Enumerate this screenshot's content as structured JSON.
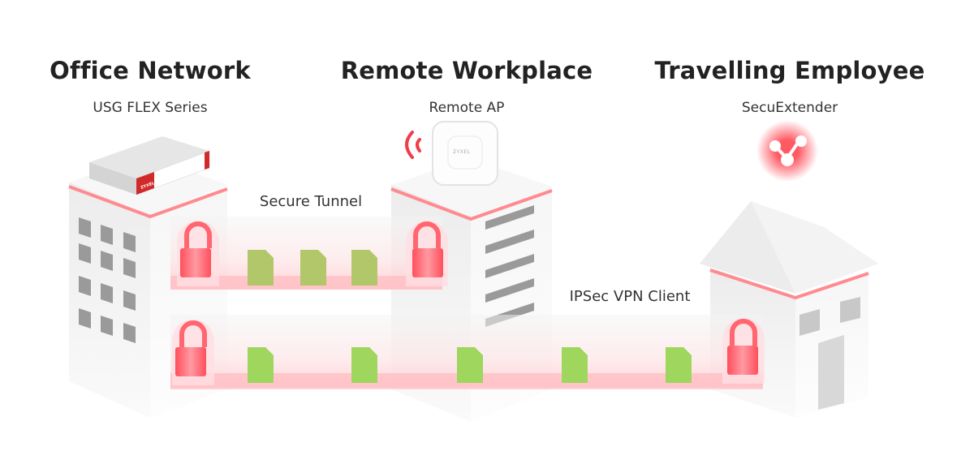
{
  "columns": [
    {
      "title": "Office Network",
      "subtitle": "USG FLEX Series"
    },
    {
      "title": "Remote Workplace",
      "subtitle": "Remote AP"
    },
    {
      "title": "Travelling Employee",
      "subtitle": "SecuExtender"
    }
  ],
  "links": {
    "secure_tunnel": "Secure Tunnel",
    "ipsec_client": "IPSec VPN Client"
  },
  "devices": {
    "router_brand": "ZYXEL",
    "ap_brand": "ZYXEL"
  },
  "colors": {
    "accent_red": "#ff5a64",
    "pink_line": "#ff8a90",
    "doc_upper": "#b2c76a",
    "doc_lower": "#9ed65e",
    "building": "#efefef",
    "window": "#9a9a9a"
  }
}
